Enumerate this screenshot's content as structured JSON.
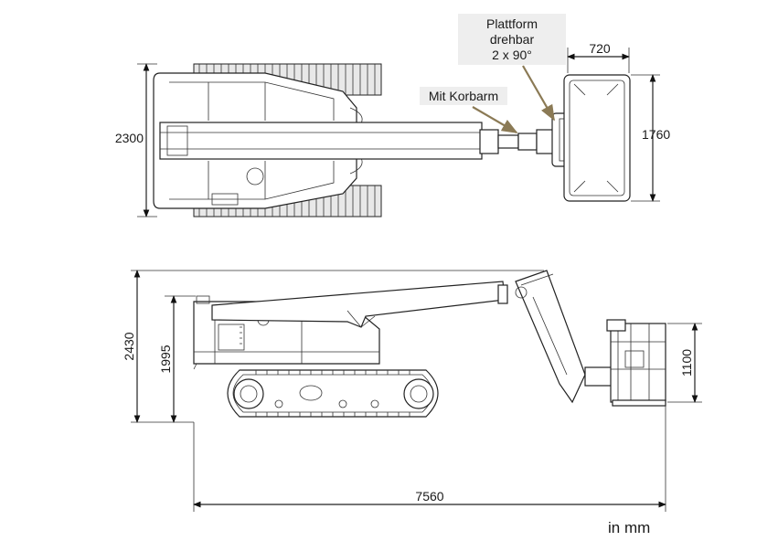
{
  "callouts": {
    "platform_line1": "Plattform",
    "platform_line2": "drehbar",
    "platform_line3": "2 x 90°",
    "jib": "Mit Korbarm"
  },
  "dimensions": {
    "top_width": "2300",
    "platform_width": "720",
    "platform_length": "1760",
    "overall_height": "2430",
    "body_height": "1995",
    "basket_height": "1100",
    "overall_length": "7560"
  },
  "unit_note": "in mm",
  "colors": {
    "line": "#222222",
    "callout_bg": "#eeeeee",
    "arrow": "#8b7a55"
  }
}
